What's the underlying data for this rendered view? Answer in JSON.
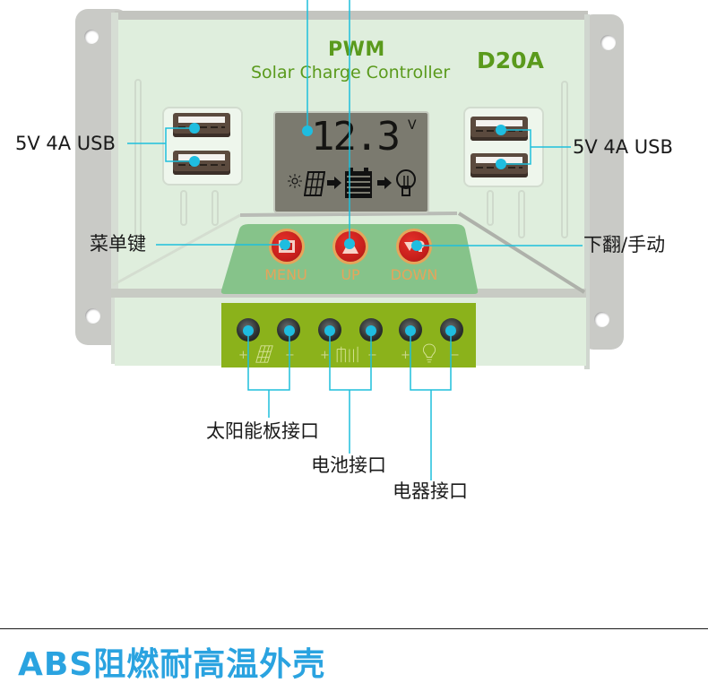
{
  "device": {
    "series": "PWM",
    "product_name": "Solar Charge Controller",
    "model": "D20A",
    "lcd": {
      "reading": "12.3",
      "unit": "V",
      "icons": [
        "sun-icon",
        "solar-panel-icon",
        "arrow-right-icon",
        "battery-icon",
        "arrow-right-icon",
        "bulb-icon"
      ]
    },
    "buttons": [
      {
        "label": "MENU",
        "icon": "menu-icon"
      },
      {
        "label": "UP",
        "icon": "triangle-up-icon"
      },
      {
        "label": "DOWN",
        "icon": "triangle-down-bulb-icon"
      }
    ],
    "terminal_symbols": {
      "plus": "+",
      "minus": "−"
    }
  },
  "callouts": {
    "usb_left": "5V 4A USB",
    "usb_right": "5V 4A USB",
    "menu_key": "菜单键",
    "down_manual": "下翻/手动",
    "solar_port": "太阳能板接口",
    "battery_port": "电池接口",
    "load_port": "电器接口"
  },
  "colors": {
    "callout_line": "#1ebfdc",
    "brand_green": "#5a9a1c",
    "terminal_green": "#8bb21b",
    "button_red": "#c8201c",
    "heading_blue": "#2aa3e0"
  },
  "section_heading": "ABS阻燃耐高温外壳"
}
